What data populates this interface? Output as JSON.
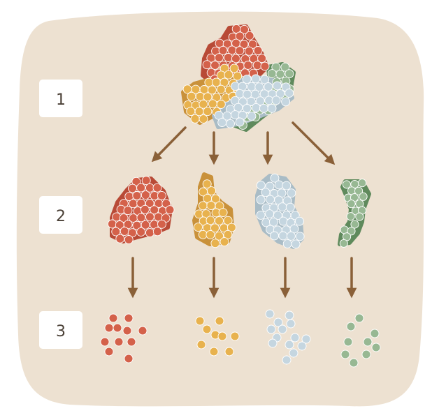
{
  "steps": [
    {
      "label": "1"
    },
    {
      "label": "2"
    },
    {
      "label": "3"
    }
  ],
  "groups": [
    {
      "name": "red",
      "color": "#d4614a",
      "parent_shade": "#b84a36"
    },
    {
      "name": "yellow",
      "color": "#e8b24e",
      "parent_shade": "#c9913a"
    },
    {
      "name": "blue",
      "color": "#c5d6e0",
      "parent_shade": "#a9bcc6"
    },
    {
      "name": "green",
      "color": "#97b893",
      "parent_shade": "#5f8a5c"
    }
  ],
  "colors": {
    "background": "#ede1d1",
    "arrow": "#8a6038",
    "label_box": "#ffffff",
    "dot_outline": "#ffffff"
  },
  "icons": [
    "down-arrow-icon",
    "diagonal-arrow-icon"
  ]
}
